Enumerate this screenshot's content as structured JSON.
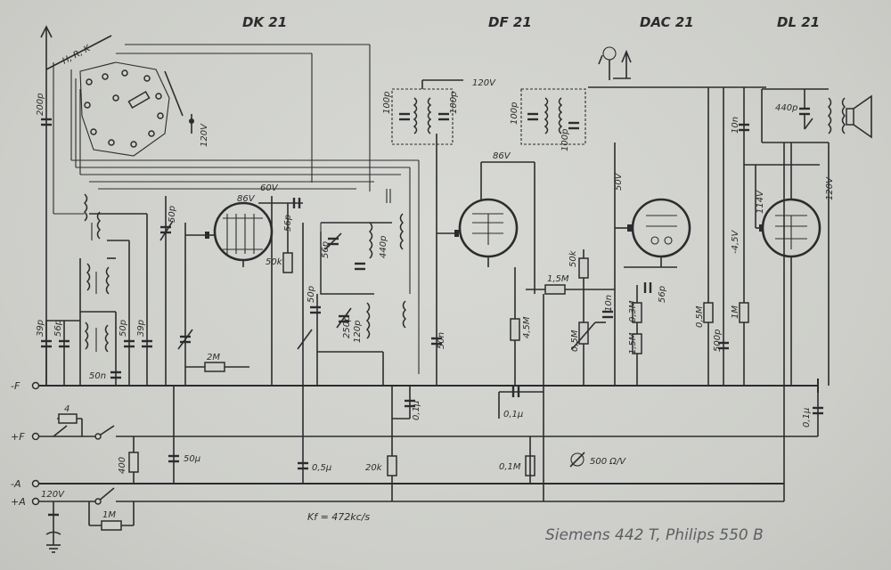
{
  "tubes": {
    "dk21": "DK 21",
    "df21": "DF 21",
    "dac21": "DAC 21",
    "dl21": "DL 21"
  },
  "rails": {
    "minus_f": "-F",
    "plus_f": "+F",
    "minus_a": "-A",
    "plus_a": "+A",
    "voltage_a": "120V"
  },
  "antenna": {
    "bands": "H, R, K"
  },
  "voltages": {
    "osc_120v": "120V",
    "dk21_86v": "86V",
    "dk21_60v": "60V",
    "df21_120v": "120V",
    "df21_86v": "86V",
    "dac21_50v": "50V",
    "dac21_minus45v": "-4,5V",
    "dl21_114v": "114V",
    "dl21_120v": "120V"
  },
  "components": {
    "c_200p": "200p",
    "c_39p_a": "39p",
    "c_56p_a": "56p",
    "c_50p_a": "50p",
    "c_39p_b": "39p",
    "c_50n_a": "50n",
    "c_50p_b": "50p",
    "r_2m": "2M",
    "c_56p_b": "56p",
    "r_50k_a": "50k",
    "c_56p_c": "56p",
    "c_440p": "440p",
    "c_50p_c": "50p",
    "c_250p": "250p",
    "c_120p": "120p",
    "c_100p_a": "100p",
    "c_100p_b": "100p",
    "c_50n_b": "50n",
    "r_4_5m": "4,5M",
    "c_100p_c": "100p",
    "c_100p_d": "100p",
    "r_1_5m": "1,5M",
    "r_50k_b": "50k",
    "c_56p_d": "56p",
    "c_10n_a": "10n",
    "r_0_3m": "0,3M",
    "r_0_5m_a": "0,5M",
    "r_1_5m_b": "1,5M",
    "r_0_5m_b": "0,5M",
    "c_500p": "500p",
    "c_10n_b": "10n",
    "r_1m_a": "1M",
    "c_440p_b": "440p",
    "c_0_1u_a": "0,1µ",
    "c_0_1u_b": "0,1µ",
    "c_0_1u_c": "0,1µ",
    "r_400": "400",
    "c_50u": "50µ",
    "c_0_5u": "0,5µ",
    "r_20k": "20k",
    "r_0_1m": "0,1M",
    "r_1m_b": "1M",
    "r_4": "4"
  },
  "meter_note": "500 Ω/V",
  "kf_note": "Kf = 472kc/s",
  "caption": "Siemens 442 T, Philips 550 B"
}
